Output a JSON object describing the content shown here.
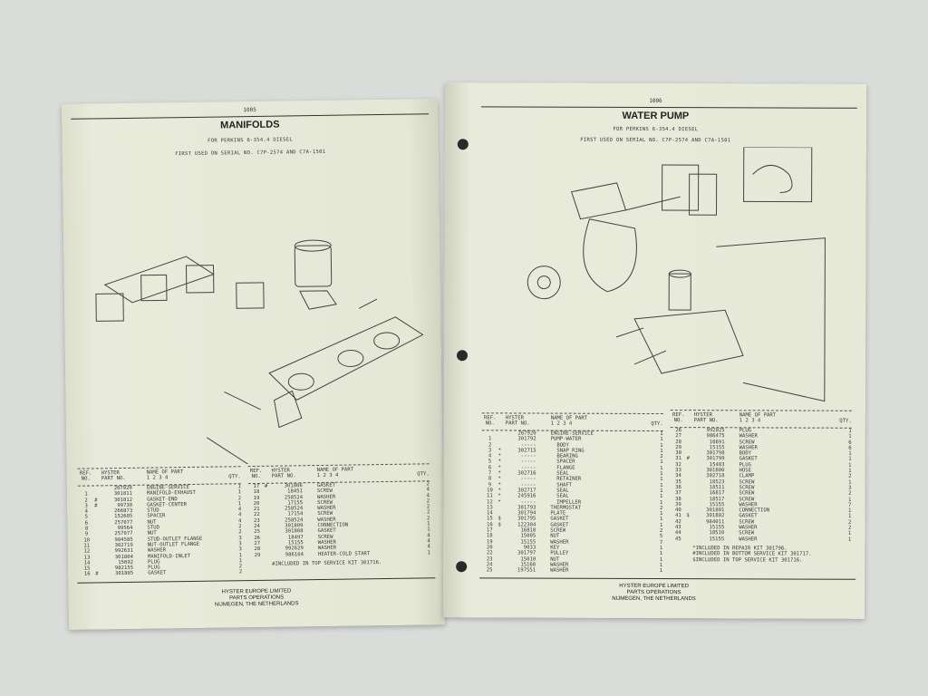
{
  "left_page": {
    "page_number": "1005",
    "title": "MANIFOLDS",
    "subtitle": "FOR PERKINS 6-354.4 DIESEL",
    "serial": "FIRST USED ON SERIAL NO. C7P-2574 AND C7A-1501",
    "headers": {
      "ref": "REF.\nNO.",
      "part": "HYSTER\nPART NO.",
      "name": "NAME OF PART\n1 2 3 4",
      "qty": "QTY."
    },
    "table1": [
      [
        "",
        "",
        "267920",
        "ENGINE-SERVICE",
        "1"
      ],
      [
        "1",
        "",
        "301811",
        "MANIFOLD-EXHAUST",
        "1"
      ],
      [
        "2",
        "#",
        "301812",
        "GASKET-END",
        "2"
      ],
      [
        "3",
        "#",
        "99730",
        "GASKET-CENTER",
        "1"
      ],
      [
        "4",
        "",
        "266873",
        "STUD",
        "4"
      ],
      [
        "5",
        "",
        "152605",
        "SPACER",
        "4"
      ],
      [
        "6",
        "",
        "257077",
        "NUT",
        "4"
      ],
      [
        "8",
        "",
        "99564",
        "STUD",
        "2"
      ],
      [
        "9",
        "",
        "257077",
        "NUT",
        "2"
      ],
      [
        "10",
        "",
        "984585",
        "STUD-OUTLET FLANGE",
        "3"
      ],
      [
        "11",
        "",
        "302719",
        "NUT-OUTLET FLANGE",
        "3"
      ],
      [
        "12",
        "",
        "992631",
        "WASHER",
        "3"
      ],
      [
        "13",
        "",
        "301804",
        "MANIFOLD-INLET",
        "1"
      ],
      [
        "14",
        "",
        "15692",
        "PLUG",
        "1"
      ],
      [
        "15",
        "",
        "982155",
        "PLUG",
        "2"
      ],
      [
        "16",
        "#",
        "301805",
        "GASKET",
        "2"
      ]
    ],
    "table2": [
      [
        "17",
        "#",
        "301806",
        "GASKET",
        "2"
      ],
      [
        "18",
        "",
        "18451",
        "SCREW",
        "4"
      ],
      [
        "19",
        "",
        "258524",
        "WASHER",
        "4"
      ],
      [
        "20",
        "",
        "17155",
        "SCREW",
        "2"
      ],
      [
        "21",
        "",
        "258524",
        "WASHER",
        "2"
      ],
      [
        "22",
        "",
        "17154",
        "SCREW",
        "2"
      ],
      [
        "23",
        "",
        "258524",
        "WASHER",
        "2"
      ],
      [
        "24",
        "",
        "301809",
        "CONNECTION",
        "1"
      ],
      [
        "25",
        "",
        "301808",
        "GASKET",
        "1"
      ],
      [
        "26",
        "",
        "18497",
        "SCREW",
        "4"
      ],
      [
        "27",
        "",
        "15155",
        "WASHER",
        "4"
      ],
      [
        "28",
        "",
        "992629",
        "WASHER",
        "4"
      ],
      [
        "29",
        "",
        "986104",
        "HEATER-COLD START",
        "1"
      ]
    ],
    "note": "#INCLUDED IN TOP SERVICE KIT 301716.",
    "footer": [
      "HYSTER EUROPE LIMITED",
      "PARTS OPERATIONS",
      "NIJMEGEN, THE NETHERLANDS"
    ]
  },
  "right_page": {
    "page_number": "1006",
    "title": "WATER PUMP",
    "subtitle": "FOR PERKINS 6-354.4 DIESEL",
    "serial": "FIRST USED ON SERIAL NO. C7P-2574 AND C7A-1501",
    "headers": {
      "ref": "REF.\nNO.",
      "part": "HYSTER\nPART NO.",
      "name": "NAME OF PART\n1 2 3 4",
      "qty": "QTY."
    },
    "table1": [
      [
        "",
        "",
        "267920",
        "ENGINE-SERVICE",
        "1"
      ],
      [
        "1",
        "",
        "301792",
        "PUMP-WATER",
        "1"
      ],
      [
        "2",
        "",
        "-----",
        "  BODY",
        "1"
      ],
      [
        "3",
        "*",
        "302715",
        "  SNAP RING",
        "1"
      ],
      [
        "4",
        "*",
        "-----",
        "  BEARING",
        "2"
      ],
      [
        "5",
        "*",
        "-----",
        "  SPACER",
        "1"
      ],
      [
        "6",
        "*",
        "-----",
        "  FLANGE",
        "1"
      ],
      [
        "7",
        "*",
        "302716",
        "  SEAL",
        "1"
      ],
      [
        "8",
        "*",
        "-----",
        "  RETAINER",
        "1"
      ],
      [
        "9",
        "*",
        "-----",
        "  SHAFT",
        "1"
      ],
      [
        "10",
        "*",
        "302717",
        "  SEAL",
        "1"
      ],
      [
        "11",
        "*",
        "245916",
        "  SEAL",
        "1"
      ],
      [
        "12",
        "*",
        "-----",
        "  IMPELLER",
        "1"
      ],
      [
        "13",
        "",
        "301793",
        "THERMOSTAT",
        "2"
      ],
      [
        "14",
        "",
        "301794",
        "PLATE",
        "1"
      ],
      [
        "15",
        "$",
        "301795",
        "GASKET",
        "1"
      ],
      [
        "16",
        "$",
        "122304",
        "GASKET",
        "1"
      ],
      [
        "17",
        "",
        "16818",
        "SCREW",
        "2"
      ],
      [
        "18",
        "",
        "15005",
        "NUT",
        "5"
      ],
      [
        "19",
        "",
        "15155",
        "WASHER",
        "7"
      ],
      [
        "20",
        "",
        "9033",
        "KEY",
        "1"
      ],
      [
        "22",
        "",
        "301797",
        "PULLEY",
        "1"
      ],
      [
        "23",
        "",
        "15010",
        "NUT",
        "1"
      ],
      [
        "24",
        "",
        "15160",
        "WASHER",
        "1"
      ],
      [
        "25",
        "",
        "197551",
        "WASHER",
        "1"
      ]
    ],
    "table2": [
      [
        "26",
        "",
        "992025",
        "PLUG",
        "1"
      ],
      [
        "27",
        "",
        "986475",
        "WASHER",
        "1"
      ],
      [
        "28",
        "",
        "16691",
        "SCREW",
        "6"
      ],
      [
        "29",
        "",
        "15155",
        "WASHER",
        "6"
      ],
      [
        "30",
        "",
        "301798",
        "BODY",
        "1"
      ],
      [
        "31",
        "#",
        "301799",
        "GASKET",
        "1"
      ],
      [
        "32",
        "",
        "15483",
        "PLUG",
        "1"
      ],
      [
        "33",
        "",
        "301800",
        "HOSE",
        "1"
      ],
      [
        "34",
        "",
        "302718",
        "CLAMP",
        "2"
      ],
      [
        "35",
        "",
        "18523",
        "SCREW",
        "1"
      ],
      [
        "36",
        "",
        "18511",
        "SCREW",
        "3"
      ],
      [
        "37",
        "",
        "16817",
        "SCREW",
        "2"
      ],
      [
        "38",
        "",
        "18517",
        "SCREW",
        "1"
      ],
      [
        "39",
        "",
        "15155",
        "WASHER",
        "7"
      ],
      [
        "40",
        "",
        "301801",
        "CONNECTION",
        "1"
      ],
      [
        "41",
        "$",
        "301802",
        "GASKET",
        "1"
      ],
      [
        "42",
        "",
        "984011",
        "SCREW",
        "2"
      ],
      [
        "43",
        "",
        "15155",
        "WASHER",
        "2"
      ],
      [
        "44",
        "",
        "18510",
        "SCREW",
        "1"
      ],
      [
        "45",
        "",
        "15155",
        "WASHER",
        "1"
      ]
    ],
    "notes": [
      "*INCLUDED IN REPAIR KIT 301796.",
      "#INCLUDED IN BOTTOM SERVICE KIT 301717.",
      "$INCLUDED IN TOP SERVICE KIT 301716."
    ],
    "footer": [
      "HYSTER EUROPE LIMITED",
      "PARTS OPERATIONS",
      "NIJMEGEN, THE NETHERLANDS"
    ]
  },
  "colors": {
    "background": "#d9dcd9",
    "paper": "#e6e8d6",
    "ink": "#3a3a3a"
  }
}
